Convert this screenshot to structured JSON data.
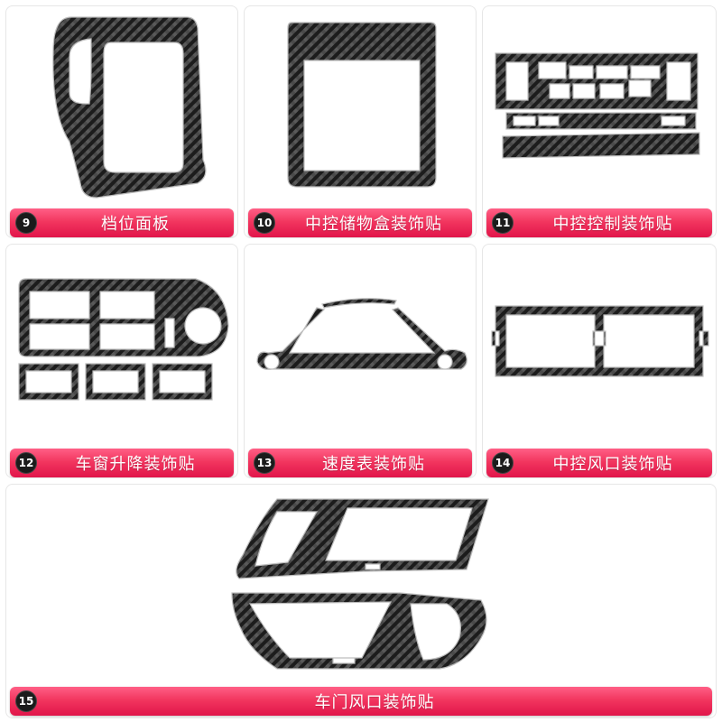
{
  "colors": {
    "label_bar": "#f2365f",
    "badge": "#1b1b1b",
    "carbon_dark": "#1a1a1a",
    "carbon_light": "#555555",
    "trim": "#bdbdbd"
  },
  "products": [
    {
      "number": "9",
      "label": "档位面板",
      "icon": "gear-shift-panel-icon"
    },
    {
      "number": "10",
      "label": "中控储物盒装饰贴",
      "icon": "storage-box-frame-icon"
    },
    {
      "number": "11",
      "label": "中控控制装饰贴",
      "icon": "control-panel-frame-icon"
    },
    {
      "number": "12",
      "label": "车窗升降装饰贴",
      "icon": "window-switch-frame-icon"
    },
    {
      "number": "13",
      "label": "速度表装饰贴",
      "icon": "speedometer-frame-icon"
    },
    {
      "number": "14",
      "label": "中控风口装饰贴",
      "icon": "center-vent-frame-icon"
    },
    {
      "number": "15",
      "label": "车门风口装饰贴",
      "icon": "door-vent-frame-icon"
    }
  ]
}
